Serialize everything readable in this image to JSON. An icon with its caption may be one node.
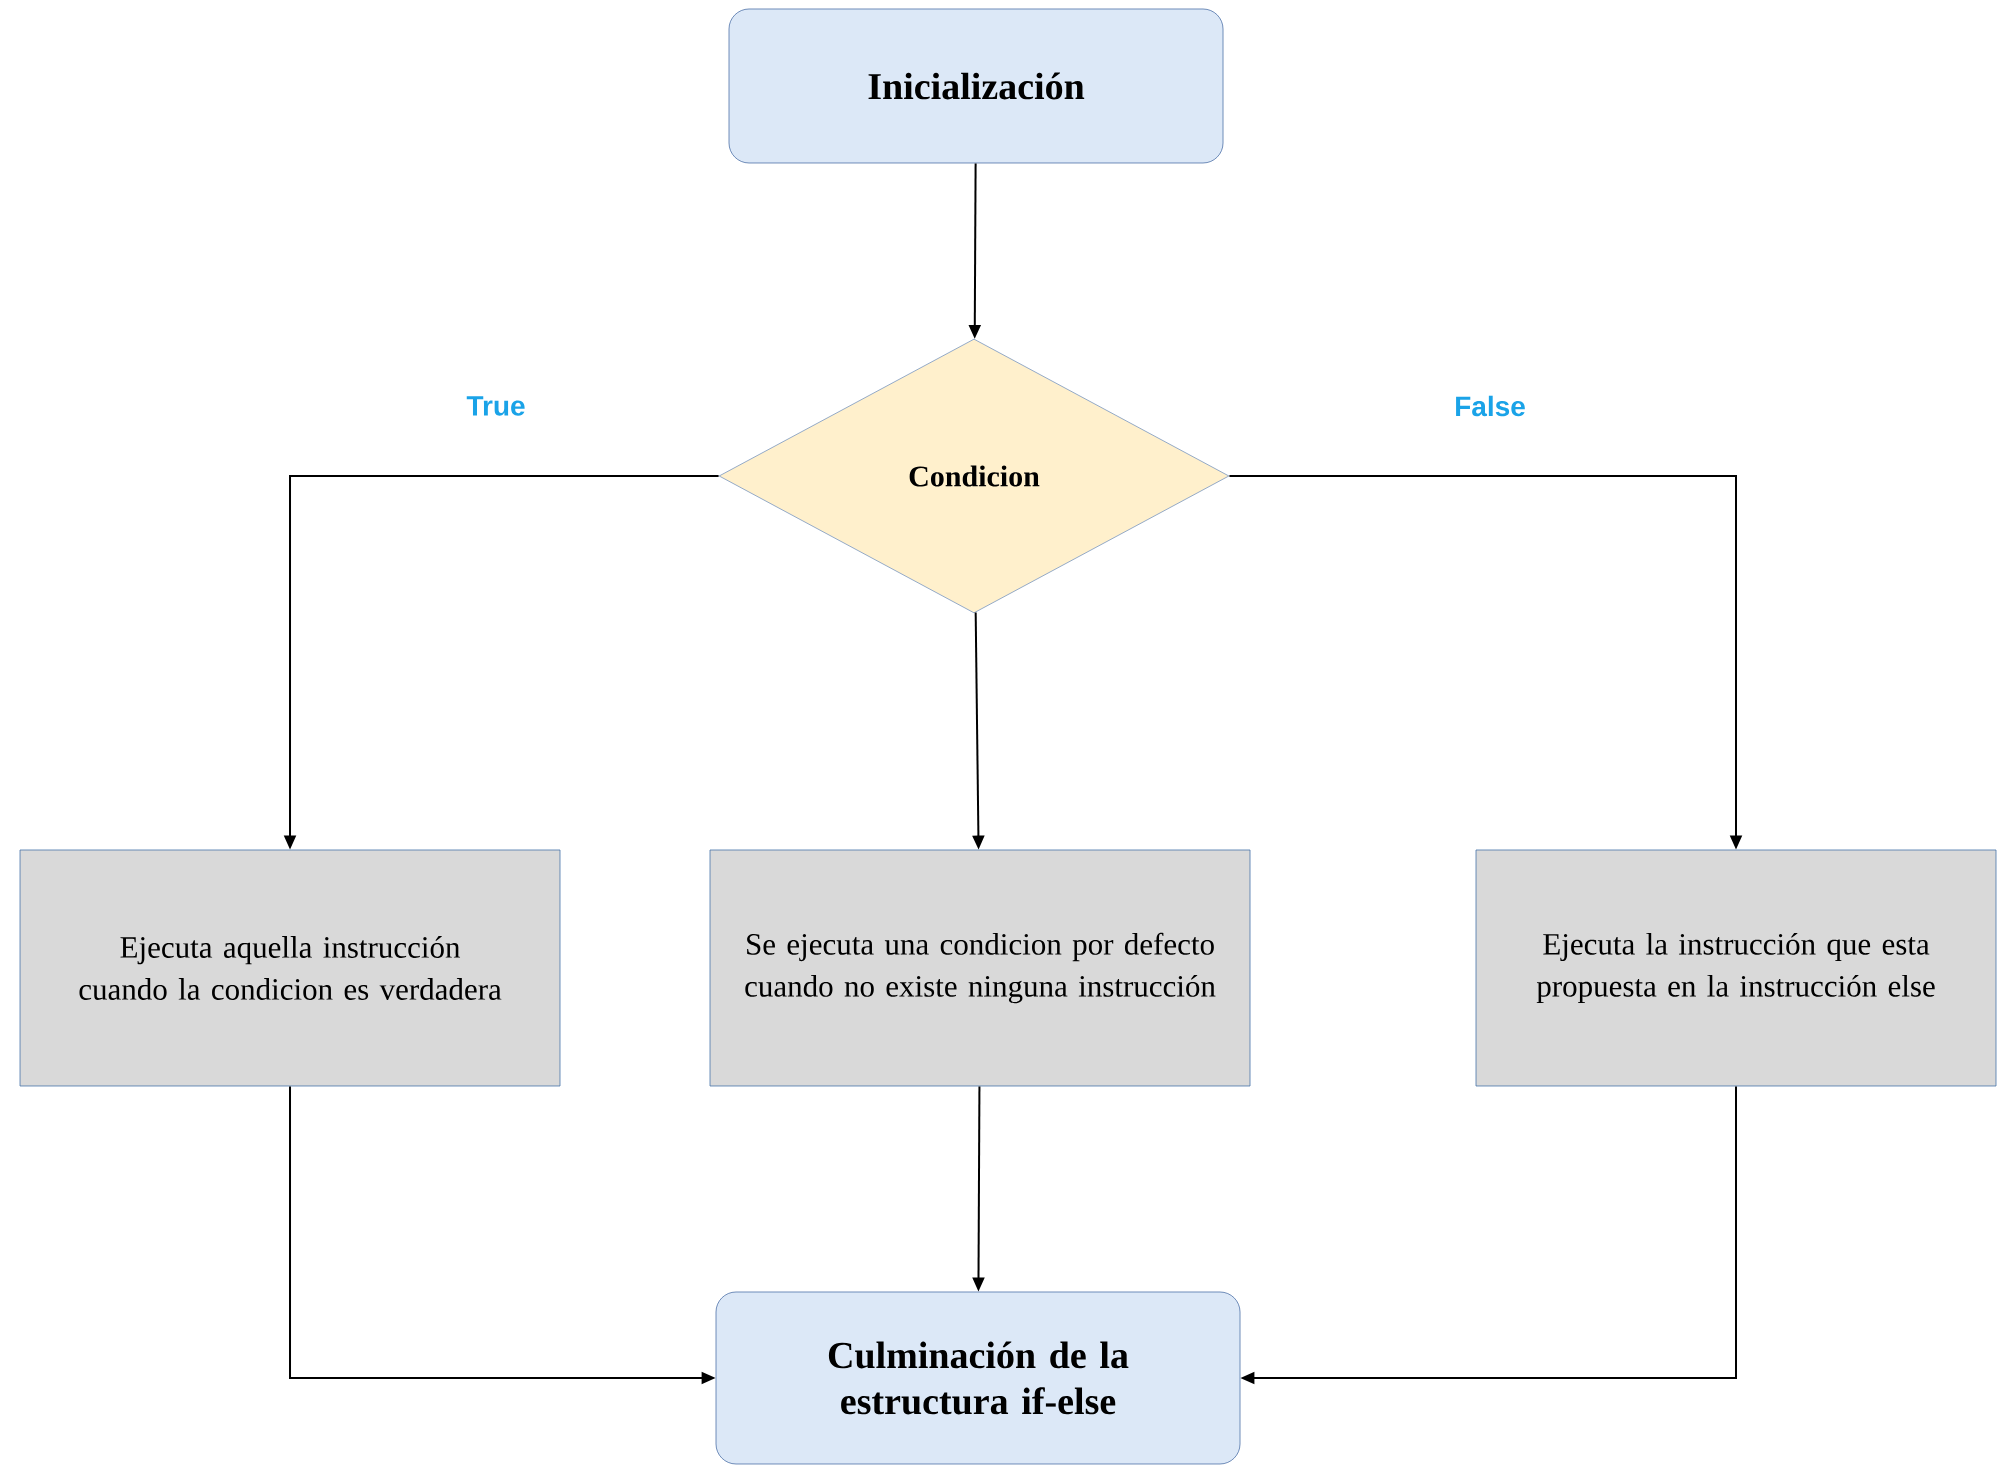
{
  "diagram": {
    "nodes": [
      {
        "text": [
          "Inicialización"
        ]
      },
      {
        "text": [
          "Condicion"
        ]
      },
      {
        "text": [
          "Ejecuta aquella instrucción cuando la condicion es verdadera"
        ]
      },
      {
        "text": [
          "Se ejecuta una condicion por defecto cuando no existe ninguna instrucción"
        ]
      },
      {
        "text": [
          "Ejecuta la instrucción que esta propuesta en la instrucción else"
        ]
      },
      {
        "text": [
          "Culminación de la estructura if-else"
        ]
      }
    ],
    "edges": [
      {
        "from": 0,
        "to": 1,
        "arrow": "to"
      },
      {
        "from": 1,
        "to": 2,
        "arrow": "to",
        "label": "True"
      },
      {
        "from": 1,
        "to": 3,
        "arrow": "to"
      },
      {
        "from": 1,
        "to": 4,
        "arrow": "to",
        "label": "False"
      },
      {
        "from": 2,
        "to": 5,
        "arrow": "to"
      },
      {
        "from": 3,
        "to": 5,
        "arrow": "to"
      },
      {
        "from": 4,
        "to": 5,
        "arrow": "to"
      }
    ]
  }
}
